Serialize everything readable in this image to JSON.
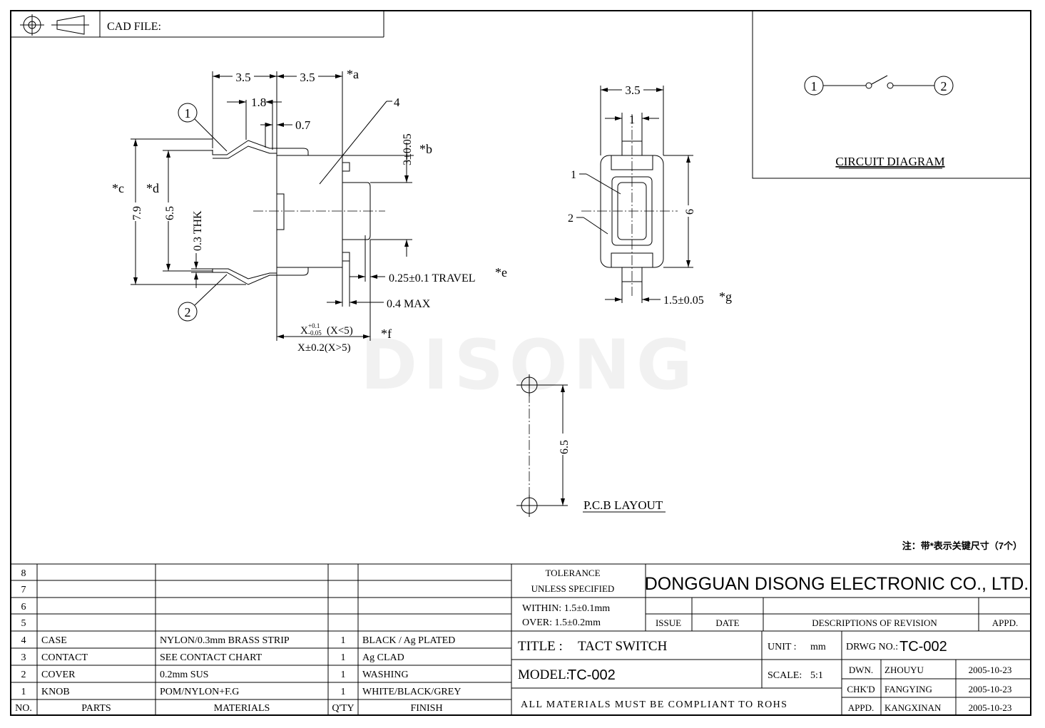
{
  "header": {
    "cad_file_label": "CAD FILE:",
    "cad_file_value": ""
  },
  "watermark": "DISONG",
  "side_view": {
    "dims": {
      "a_left": "3.5",
      "a_right": "3.5",
      "a_tag": "*a",
      "lead": "1.8",
      "lead_thk": "0.7",
      "part_no": "4",
      "b": "3±0.05",
      "b_tag": "*b",
      "c": "7.9",
      "c_tag": "*c",
      "d": "6.5",
      "d_tag": "*d",
      "thk": "0.3 THK",
      "travel": "0.25±0.1 TRAVEL",
      "e_tag": "*e",
      "max": "0.4 MAX",
      "f_top_base": "X",
      "f_top_sup": "+0.1",
      "f_top_sub": "-0.05",
      "f_top_cond": "(X<5)",
      "f_bottom": "X±0.2(X>5)",
      "f_tag": "*f"
    },
    "terminals": [
      "1",
      "2"
    ]
  },
  "front_view": {
    "dims": {
      "width": "3.5",
      "knob": "1",
      "height": "6",
      "lead": "1.5±0.05",
      "g_tag": "*g"
    },
    "callouts": [
      "1",
      "2"
    ]
  },
  "pcb_layout": {
    "pitch": "6.5",
    "title": "P.C.B LAYOUT"
  },
  "circuit": {
    "terminals": [
      "1",
      "2"
    ],
    "title": "CIRCUIT DIAGRAM"
  },
  "note": "注：带*表示关键尺寸（7个）",
  "bom": {
    "headers": [
      "NO.",
      "PARTS",
      "MATERIALS",
      "Q'TY",
      "FINISH"
    ],
    "rows": [
      {
        "no": "8",
        "part": "",
        "material": "",
        "qty": "",
        "finish": ""
      },
      {
        "no": "7",
        "part": "",
        "material": "",
        "qty": "",
        "finish": ""
      },
      {
        "no": "6",
        "part": "",
        "material": "",
        "qty": "",
        "finish": ""
      },
      {
        "no": "5",
        "part": "",
        "material": "",
        "qty": "",
        "finish": ""
      },
      {
        "no": "4",
        "part": "CASE",
        "material": "NYLON/0.3mm BRASS STRIP",
        "qty": "1",
        "finish": "BLACK / Ag PLATED"
      },
      {
        "no": "3",
        "part": "CONTACT",
        "material": "SEE CONTACT CHART",
        "qty": "1",
        "finish": "Ag CLAD"
      },
      {
        "no": "2",
        "part": "COVER",
        "material": "0.2mm SUS",
        "qty": "1",
        "finish": "WASHING"
      },
      {
        "no": "1",
        "part": "KNOB",
        "material": "POM/NYLON+F.G",
        "qty": "1",
        "finish": "WHITE/BLACK/GREY"
      }
    ]
  },
  "title_block": {
    "tolerance_line1": "TOLERANCE",
    "tolerance_line2": "UNLESS  SPECIFIED",
    "within": "WITHIN: 1.5±0.1mm",
    "over": "OVER: 1.5±0.2mm",
    "company": "DONGGUAN DISONG ELECTRONIC CO., LTD.",
    "rev_headers": [
      "ISSUE",
      "DATE",
      "DESCRIPTIONS OF REVISION",
      "APPD."
    ],
    "title_label": "TITLE :",
    "title_value": "TACT SWITCH",
    "unit_label": "UNIT :",
    "unit_value": "mm",
    "drwg_label": "DRWG NO.:",
    "drwg_value": "TC-002",
    "model_label": "MODEL:",
    "model_value": "TC-002",
    "scale_label": "SCALE:",
    "scale_value": "5:1",
    "signoffs": [
      {
        "role": "DWN.",
        "name": "ZHOUYU",
        "date": "2005-10-23"
      },
      {
        "role": "CHK'D",
        "name": "FANGYING",
        "date": "2005-10-23"
      },
      {
        "role": "APPD.",
        "name": "KANGXINAN",
        "date": "2005-10-23"
      }
    ],
    "rohs": "ALL MATERIALS MUST BE COMPLIANT TO ROHS"
  }
}
